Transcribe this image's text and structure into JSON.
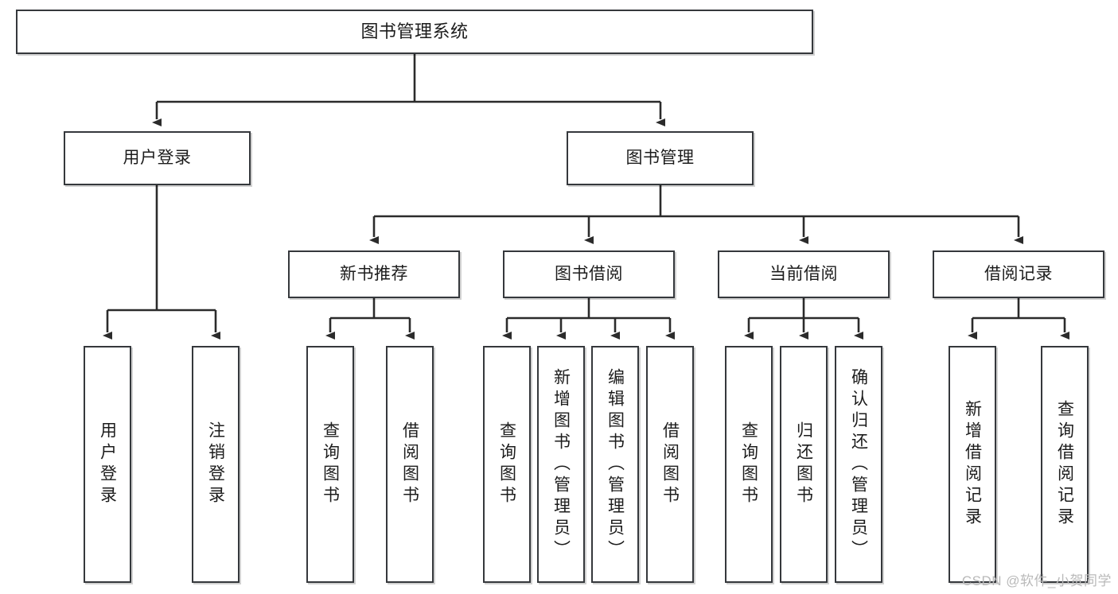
{
  "diagram": {
    "title": "图书管理系统",
    "type": "tree-hierarchy",
    "watermark": "CSDN @软件_小贺同学",
    "colors": {
      "node_border": "#35383c",
      "node_fill": "#ffffff",
      "edge": "#2b2b2b",
      "text": "#1c1c1c",
      "watermark": "#b9b9b9",
      "background": "#ffffff"
    }
  },
  "nodes": {
    "root": {
      "label": "图书管理系统",
      "level": 1
    },
    "level2": [
      {
        "id": "user-login",
        "label": "用户登录"
      },
      {
        "id": "book-manage",
        "label": "图书管理"
      }
    ],
    "level3": [
      {
        "id": "new-book-recommend",
        "label": "新书推荐"
      },
      {
        "id": "book-borrow",
        "label": "图书借阅"
      },
      {
        "id": "current-borrow",
        "label": "当前借阅"
      },
      {
        "id": "borrow-record",
        "label": "借阅记录"
      }
    ],
    "leaves": {
      "user_login": [
        {
          "id": "leaf-user-login",
          "label": "用户登录"
        },
        {
          "id": "leaf-logout",
          "label": "注销登录"
        }
      ],
      "new_book_recommend": [
        {
          "id": "leaf-query-book-1",
          "label": "查询图书"
        },
        {
          "id": "leaf-borrow-book-1",
          "label": "借阅图书"
        }
      ],
      "book_borrow": [
        {
          "id": "leaf-query-book-2",
          "label": "查询图书"
        },
        {
          "id": "leaf-add-book",
          "label": "新增图书（管理员）"
        },
        {
          "id": "leaf-edit-book",
          "label": "编辑图书（管理员）"
        },
        {
          "id": "leaf-borrow-book-2",
          "label": "借阅图书"
        }
      ],
      "current_borrow": [
        {
          "id": "leaf-query-book-3",
          "label": "查询图书"
        },
        {
          "id": "leaf-return-book",
          "label": "归还图书"
        },
        {
          "id": "leaf-confirm-return",
          "label": "确认归还（管理员）"
        }
      ],
      "borrow_record": [
        {
          "id": "leaf-add-record",
          "label": "新增借阅记录"
        },
        {
          "id": "leaf-query-record",
          "label": "查询借阅记录"
        }
      ]
    }
  }
}
